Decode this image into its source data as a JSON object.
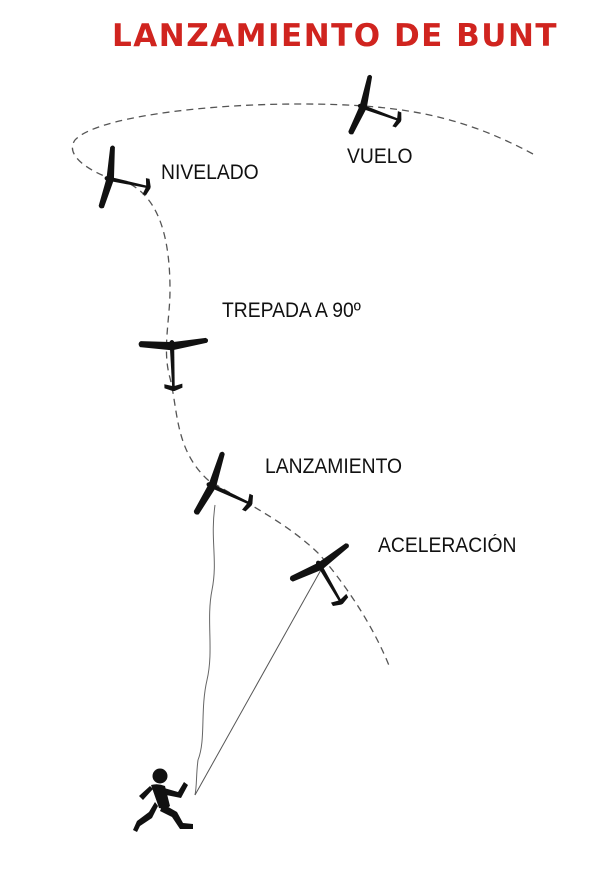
{
  "title": "LANZAMIENTO DE BUNT",
  "labels": {
    "vuelo": "VUELO",
    "nivelado": "NIVELADO",
    "trepada": "TREPADA A 90º",
    "lanzamiento": "LANZAMIENTO",
    "aceleracion": "ACELERACIÓN"
  },
  "colors": {
    "title": "#d0241f",
    "ink": "#111111",
    "path": "#555555"
  },
  "icons": [
    "glider-icon",
    "runner-icon"
  ]
}
